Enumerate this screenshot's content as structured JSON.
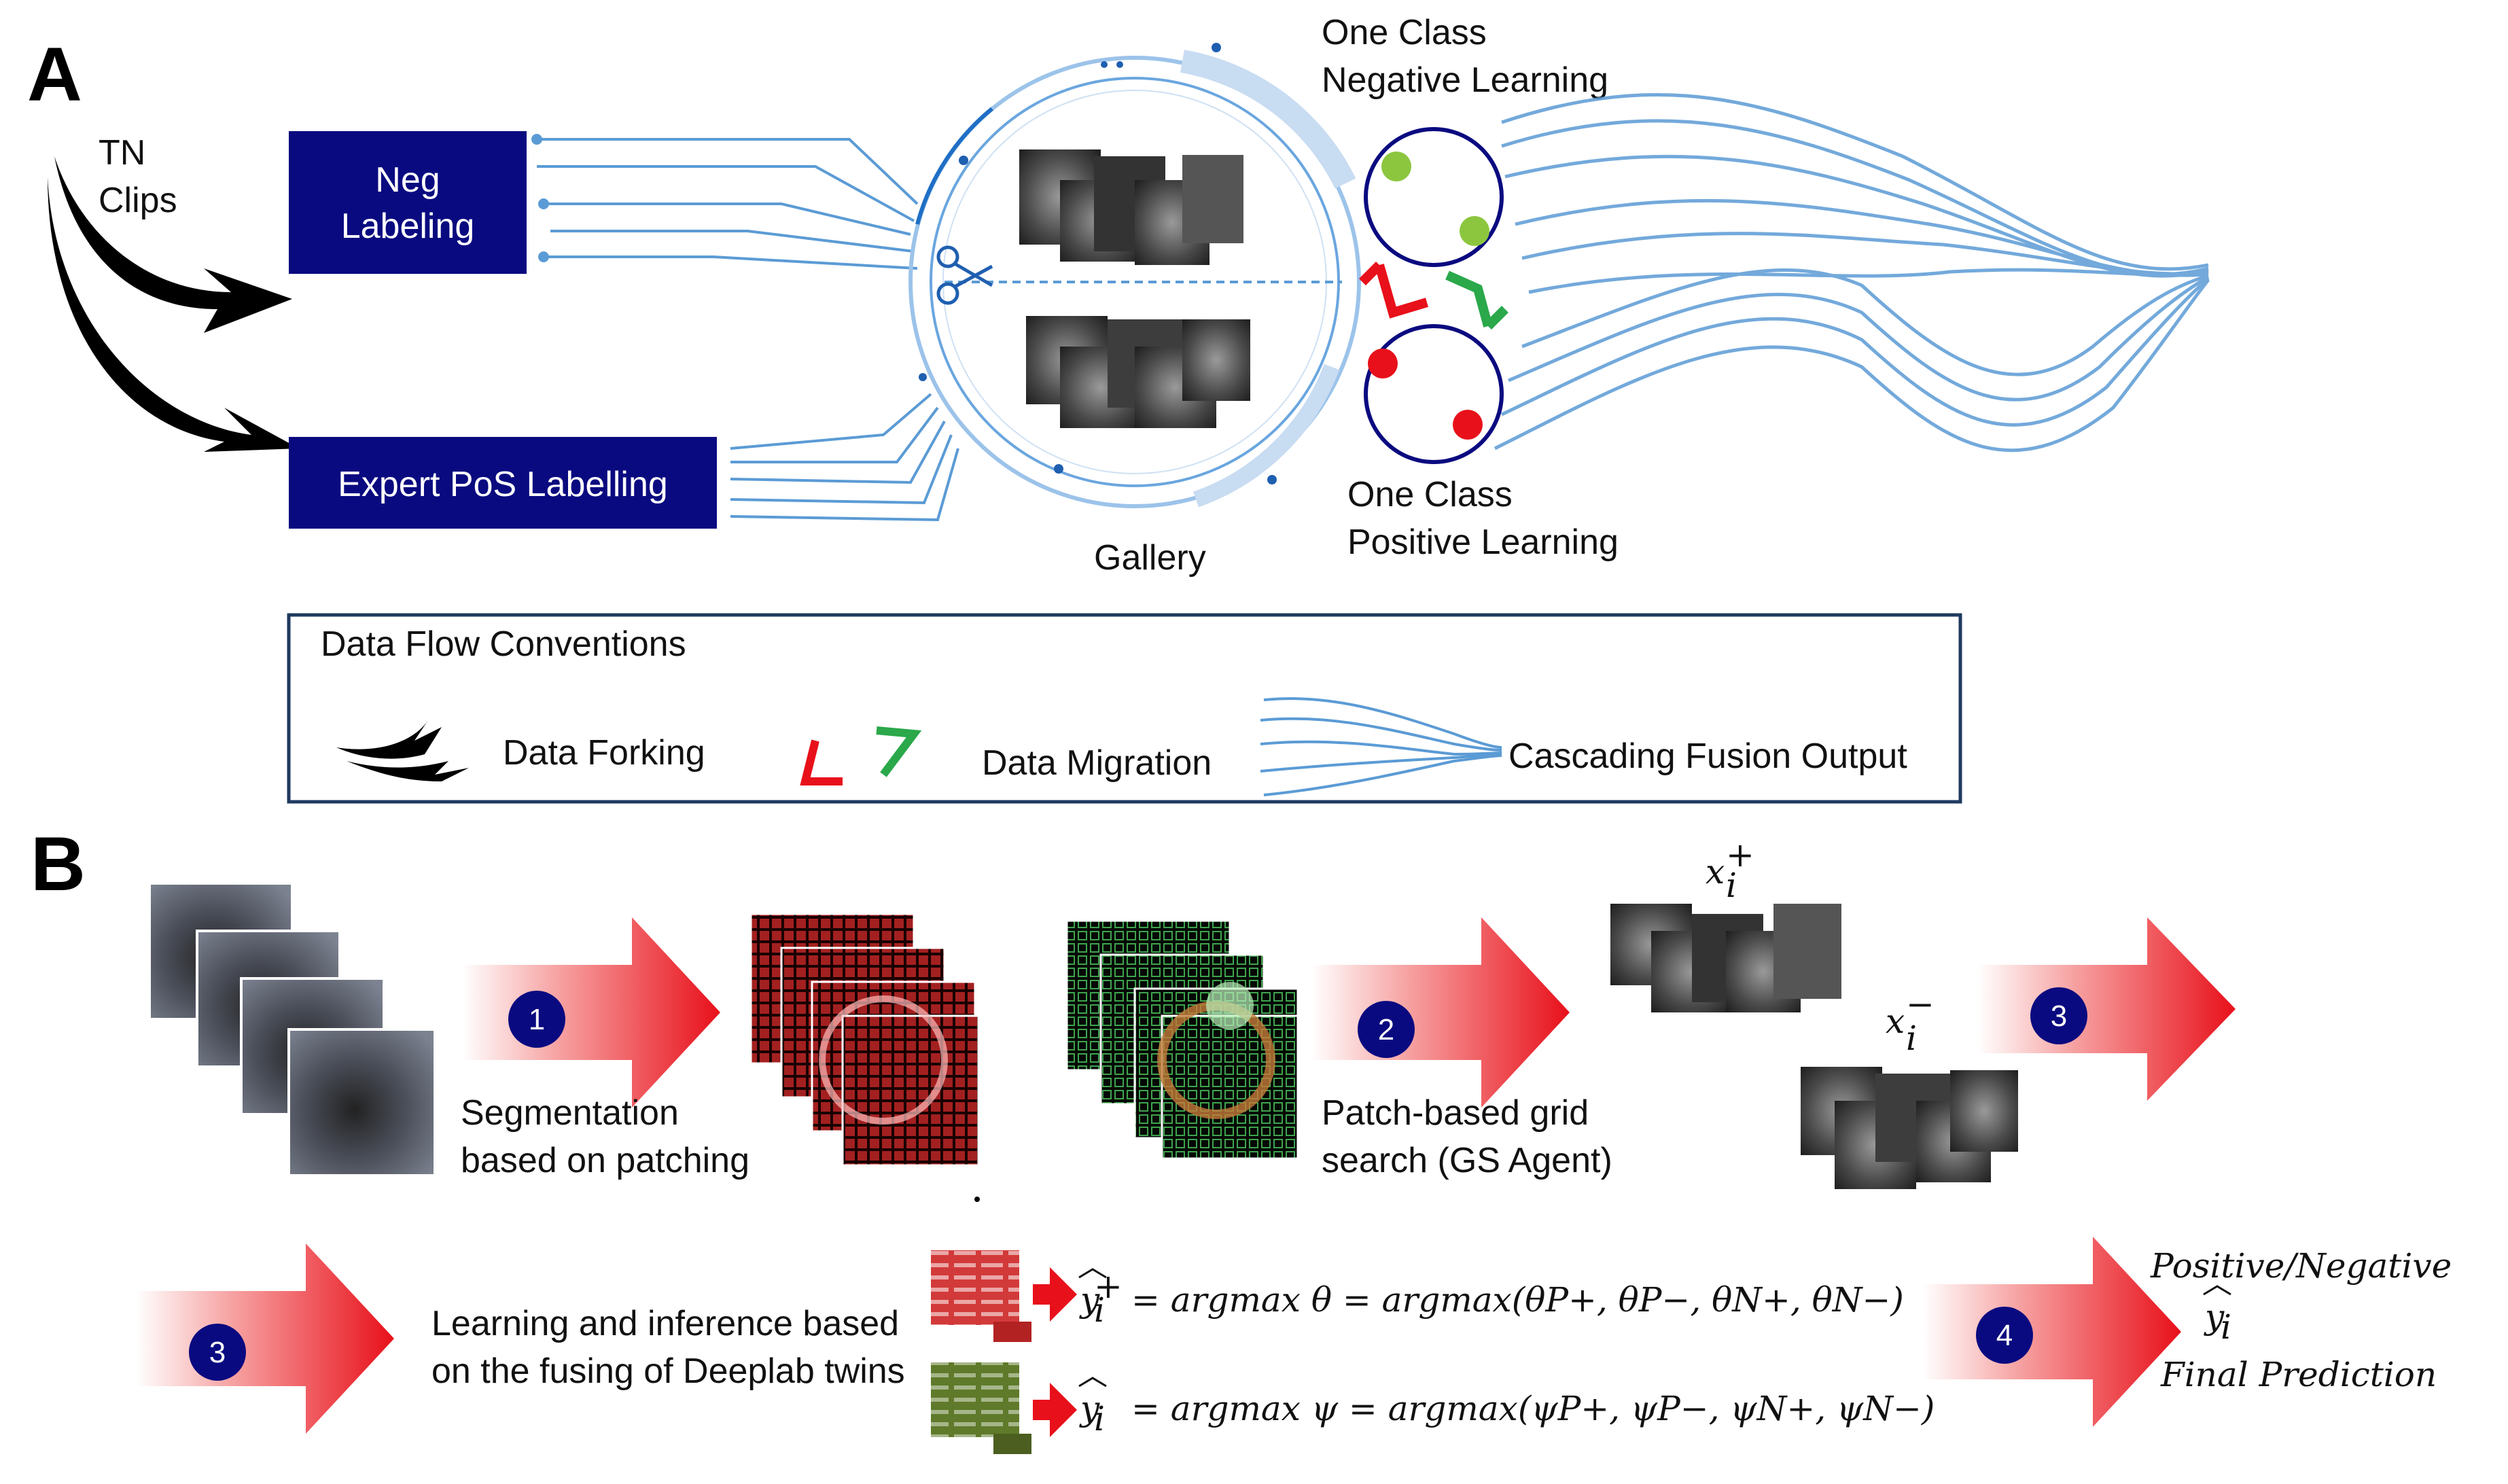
{
  "panel_a": {
    "letter": "A",
    "tn_clips": [
      "TN",
      "Clips"
    ],
    "neg_labeling": [
      "Neg",
      "Labeling"
    ],
    "expert_pos": "Expert PoS Labelling",
    "gallery": "Gallery",
    "one_class_negative": [
      "One Class",
      "Negative Learning"
    ],
    "one_class_positive": [
      "One Class",
      "Positive Learning"
    ],
    "box_color": "#0a0a80",
    "circle_color": "#0a0a80",
    "green_dot_color": "#8cc63f",
    "red_dot_color": "#e8101a",
    "flow_line_color": "#5b9bd5"
  },
  "legend": {
    "title": "Data Flow Conventions",
    "forking": "Data Forking",
    "migration": "Data Migration",
    "fusion": "Cascading Fusion Output"
  },
  "panel_b": {
    "letter": "B",
    "step1_label": [
      "Segmentation",
      "based on patching"
    ],
    "step2_label": [
      "Patch-based grid",
      "search (GS Agent)"
    ],
    "x_plus": "x",
    "x_minus": "x",
    "learning_label": [
      "Learning and inference based",
      "on the fusing of Deeplab twins"
    ],
    "eq_plus": "= argmax θ = argmax(θP+, θP−, θN+, θN−)",
    "eq_minus": "= argmax ψ = argmax(ψP+, ψP−, ψN+, ψN−)",
    "final_top": "Positive/Negative",
    "final_bottom": "Final Prediction",
    "step_numbers": [
      "1",
      "2",
      "3",
      "3",
      "4"
    ],
    "step_circle_color": "#0a0a80",
    "arrow_color": "#e8101a"
  }
}
